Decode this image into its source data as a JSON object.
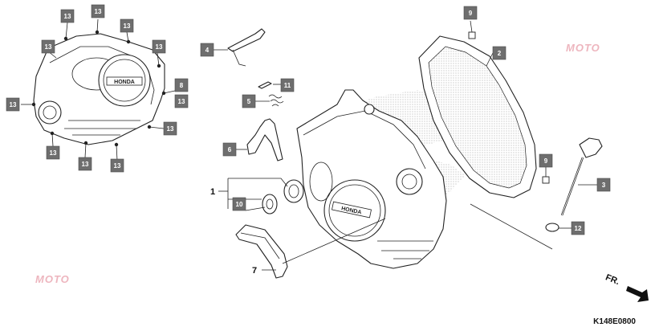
{
  "diagram": {
    "drawing_code": "K148E0800",
    "direction_label": "FR.",
    "brand_mark": "HONDA",
    "watermark_text": "MOTO",
    "tag_color": "#6e6e6e",
    "tags": [
      {
        "id": "t13a",
        "label": "13"
      },
      {
        "id": "t13b",
        "label": "13"
      },
      {
        "id": "t13c",
        "label": "13"
      },
      {
        "id": "t13d",
        "label": "13"
      },
      {
        "id": "t13e",
        "label": "13"
      },
      {
        "id": "t13f",
        "label": "13"
      },
      {
        "id": "t8",
        "label": "8"
      },
      {
        "id": "t13g",
        "label": "13"
      },
      {
        "id": "t13h",
        "label": "13"
      },
      {
        "id": "t13i",
        "label": "13"
      },
      {
        "id": "t13j",
        "label": "13"
      },
      {
        "id": "t13k",
        "label": "13"
      },
      {
        "id": "t4",
        "label": "4"
      },
      {
        "id": "t11",
        "label": "11"
      },
      {
        "id": "t5",
        "label": "5"
      },
      {
        "id": "t6",
        "label": "6"
      },
      {
        "id": "t10",
        "label": "10"
      },
      {
        "id": "t9a",
        "label": "9"
      },
      {
        "id": "t2",
        "label": "2"
      },
      {
        "id": "t9b",
        "label": "9"
      },
      {
        "id": "t3",
        "label": "3"
      },
      {
        "id": "t12",
        "label": "12"
      }
    ],
    "plain_labels": [
      {
        "id": "p1",
        "label": "1"
      },
      {
        "id": "p7",
        "label": "7"
      }
    ]
  }
}
